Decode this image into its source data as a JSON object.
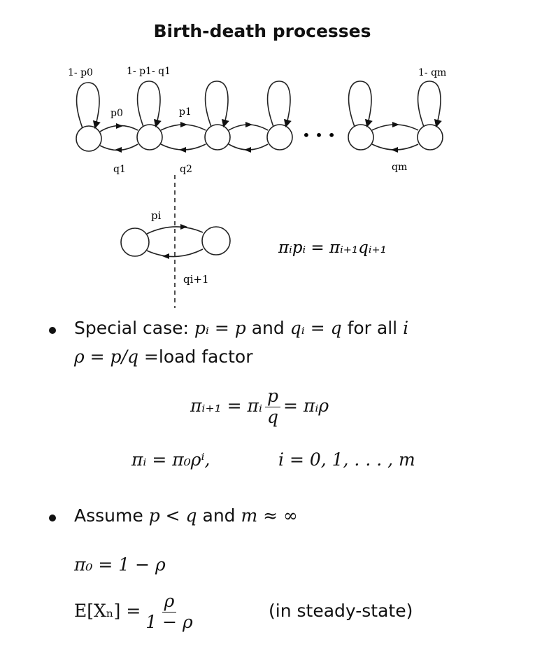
{
  "title": "Birth-death processes",
  "diagram": {
    "self_loop_labels": [
      "1- p0",
      "1- p1- q1",
      "1- qm"
    ],
    "forward_labels": [
      "p0",
      "p1"
    ],
    "backward_labels": [
      "q1",
      "q2",
      "qm"
    ],
    "ellipsis": "• • •",
    "cut_forward_label": "pi",
    "cut_backward_label": "qi+1",
    "balance_equation": "πᵢpᵢ = πᵢ₊₁qᵢ₊₁"
  },
  "bullet1": {
    "intro": "Special case:",
    "eq1": "pᵢ = p",
    "and": "and",
    "eq2": "qᵢ = q",
    "for_all": "for all",
    "var": "i",
    "rho_def": "ρ = p/q =",
    "load_factor": "load factor",
    "eq_lhs": "πᵢ₊₁ = πᵢ",
    "frac_num": "p",
    "frac_den": "q",
    "eq_rhs": "= πᵢρ",
    "eq_pi": "πᵢ = π₀ρⁱ,",
    "eq_range": "i = 0, 1, . . . , m"
  },
  "bullet2": {
    "intro": "Assume",
    "cond1": "p < q",
    "and": "and",
    "cond2": "m ≈ ∞",
    "pi0": "π₀ = 1 − ρ",
    "ex_lhs": "E[Xₙ] =",
    "ex_num": "ρ",
    "ex_den": "1 − ρ",
    "steady": "(in steady-state)"
  }
}
